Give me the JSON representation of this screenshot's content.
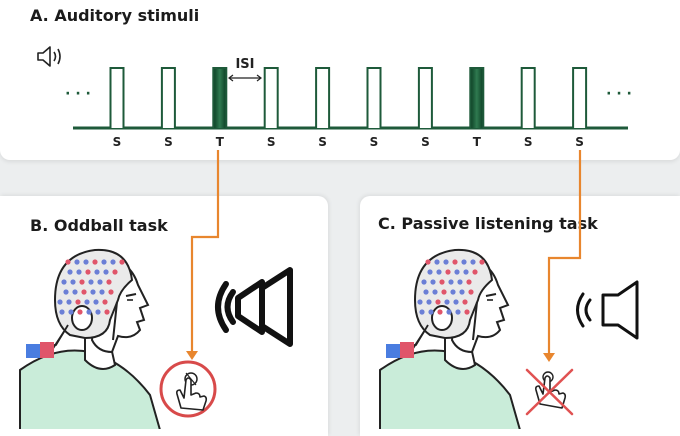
{
  "panels": {
    "a": {
      "title": "A. Auditory stimuli"
    },
    "b": {
      "title": "B. Oddball task"
    },
    "c": {
      "title": "C. Passive listening task"
    }
  },
  "timeline": {
    "isi_label": "ISI",
    "ellipsis": "· · ·",
    "stimuli": [
      "S",
      "S",
      "T",
      "S",
      "S",
      "S",
      "S",
      "T",
      "S",
      "S"
    ]
  },
  "colors": {
    "timeline": "#1e5a3a",
    "target_fill": "#0f4a2c",
    "connector": "#e8862e",
    "cap": "#eaeaea",
    "electrode_red": "#e0556a",
    "electrode_blue": "#6b7fd6",
    "shirt": "#c9ecd9",
    "cross": "#e05252"
  },
  "icons": {
    "speaker_small": "speaker-waves-icon",
    "speaker_b": "speaker-loud-icon",
    "speaker_c": "speaker-soft-icon",
    "press": "finger-press-icon",
    "no_press": "no-press-icon"
  }
}
